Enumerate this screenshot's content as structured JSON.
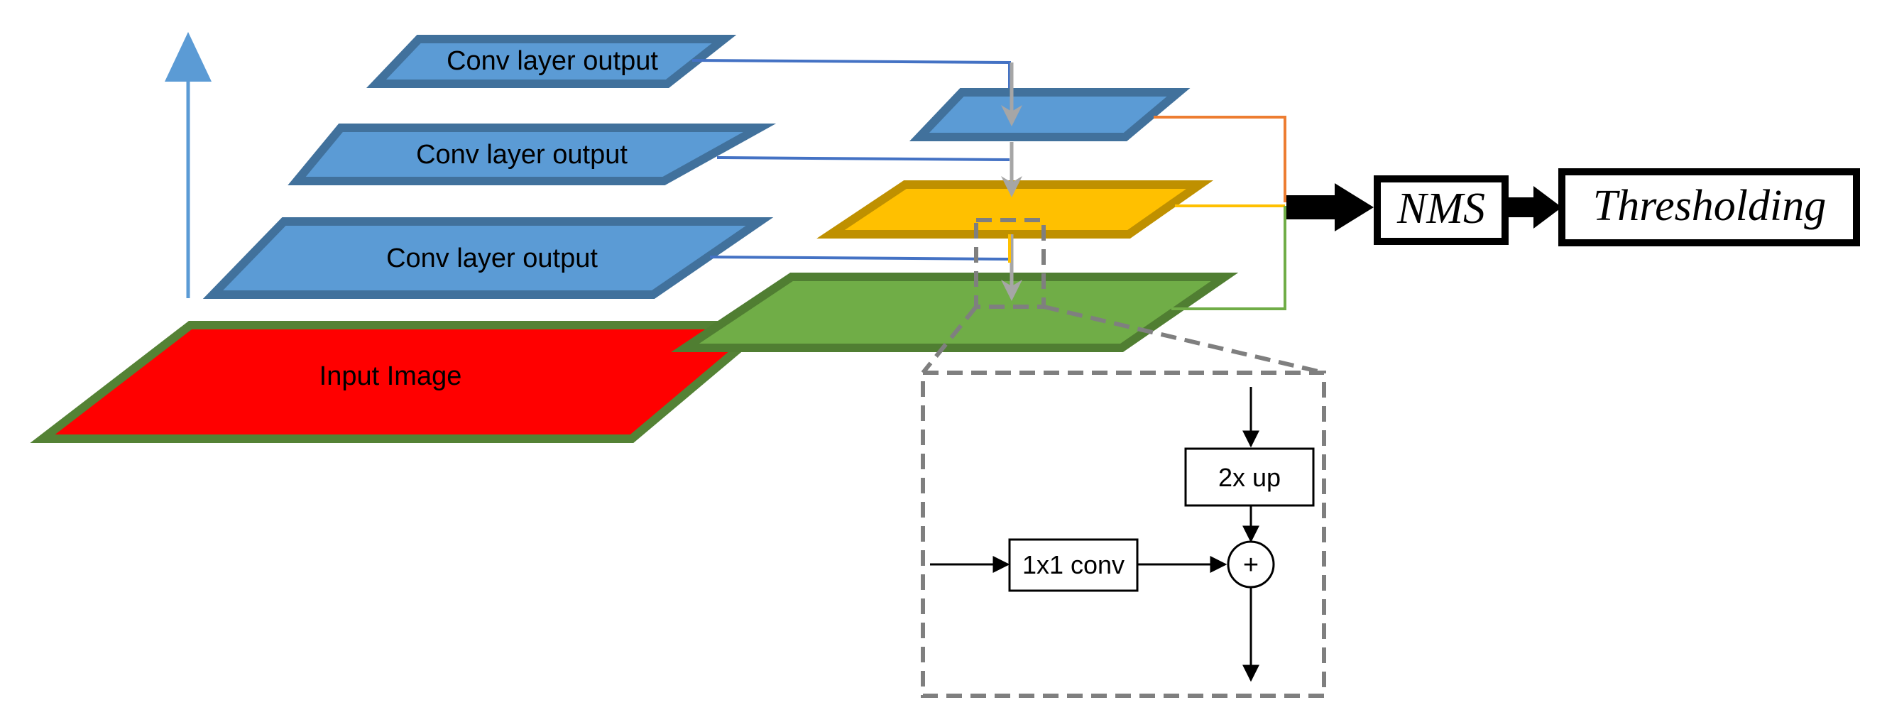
{
  "diagram": {
    "layers": {
      "input_image": "Input Image",
      "conv_top": "Conv layer output",
      "conv_mid": "Conv layer output",
      "conv_bottom": "Conv layer output"
    },
    "pipeline": {
      "nms": "NMS",
      "thresholding": "Thresholding"
    },
    "detail": {
      "upsample": "2x up",
      "lateral_conv": "1x1 conv",
      "add_symbol": "+"
    },
    "colors": {
      "conv_fill": "#5b9bd5",
      "conv_stroke": "#41719c",
      "input_fill": "#ff0000",
      "input_stroke": "#548235",
      "green_fill": "#70ad47",
      "green_stroke": "#507e32",
      "yellow_fill": "#ffc000",
      "yellow_stroke": "#bf9000",
      "orange_line": "#ed7d31",
      "gray_arrow": "#a6a6a6",
      "dash_gray": "#7f7f7f"
    }
  }
}
